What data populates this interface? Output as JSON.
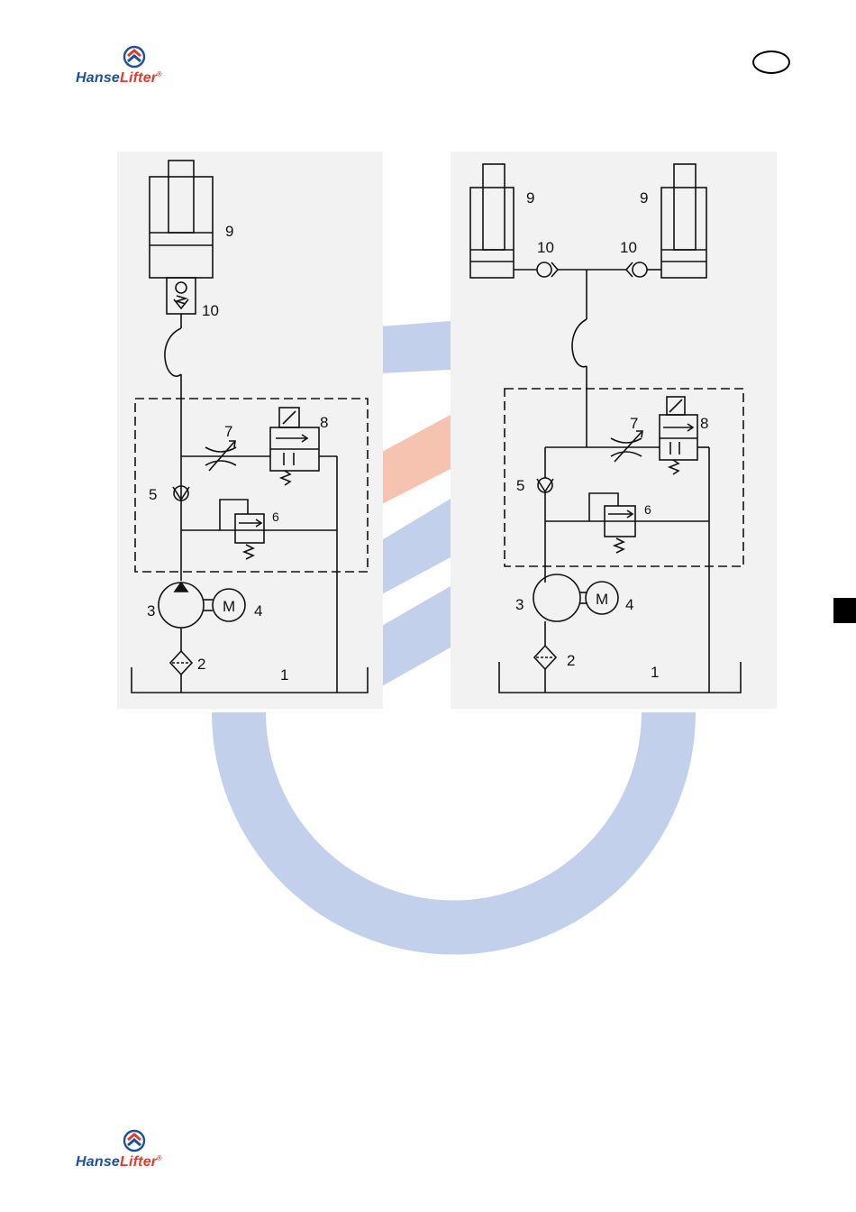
{
  "header": {
    "logo": {
      "brand_part1": "Hanse",
      "brand_part2": "Lifter",
      "mark": "®"
    },
    "country_badge": ""
  },
  "footer": {
    "logo": {
      "brand_part1": "Hanse",
      "brand_part2": "Lifter",
      "mark": "®"
    }
  },
  "colors": {
    "brand_blue": "#1d4f9f",
    "brand_red": "#e23a2c",
    "watermark_blue": "#c3d0eb",
    "watermark_salmon": "#f6c3b0",
    "section_tab": "#000000"
  },
  "diagram_left": {
    "labels": {
      "reservoir": "1",
      "filter": "2",
      "pump": "3",
      "motor": "4",
      "motor_symbol": "M",
      "check_valve": "5",
      "relief_valve": "6",
      "throttle_valve": "7",
      "solenoid_valve": "8",
      "cylinder": "9",
      "safety_valve": "10"
    }
  },
  "diagram_right": {
    "labels": {
      "reservoir": "1",
      "filter": "2",
      "pump": "3",
      "motor": "4",
      "motor_symbol": "M",
      "check_valve": "5",
      "relief_valve": "6",
      "throttle_valve": "7",
      "solenoid_valve": "8",
      "cylinder_left": "9",
      "cylinder_right": "9",
      "safety_valve_left": "10",
      "safety_valve_right": "10"
    }
  }
}
